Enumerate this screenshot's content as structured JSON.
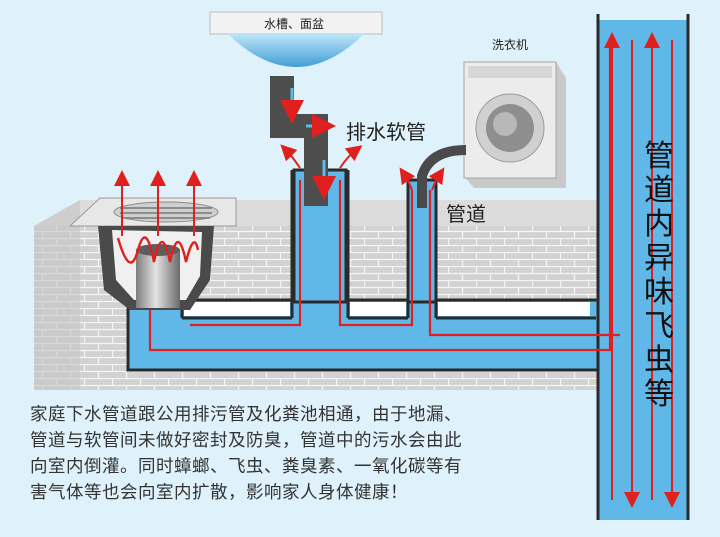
{
  "labels": {
    "sink": "水槽、面盆",
    "hose": "排水软管",
    "washer": "洗衣机",
    "pipe": "管道",
    "vertical": "管道内异味飞虫等"
  },
  "caption": {
    "line1": "家庭下水管道跟公用排污管及化粪池相通，由于地漏、",
    "line2": "管道与软管间未做好密封及防臭，管道中的污水会由此",
    "line3": "向室内倒灌。同时蟑螂、飞虫、粪臭素、一氧化碳等有",
    "line4": "害气体等也会向室内扩散，影响家人身体健康！"
  },
  "colors": {
    "background": "#dff1fb",
    "water": "#5fb8e8",
    "arrow": "#e0201e",
    "brick": "#c8c8c8"
  },
  "icons": [
    "floor-drain-icon",
    "sink-basin-icon",
    "washing-machine-icon",
    "drain-hose-icon"
  ]
}
